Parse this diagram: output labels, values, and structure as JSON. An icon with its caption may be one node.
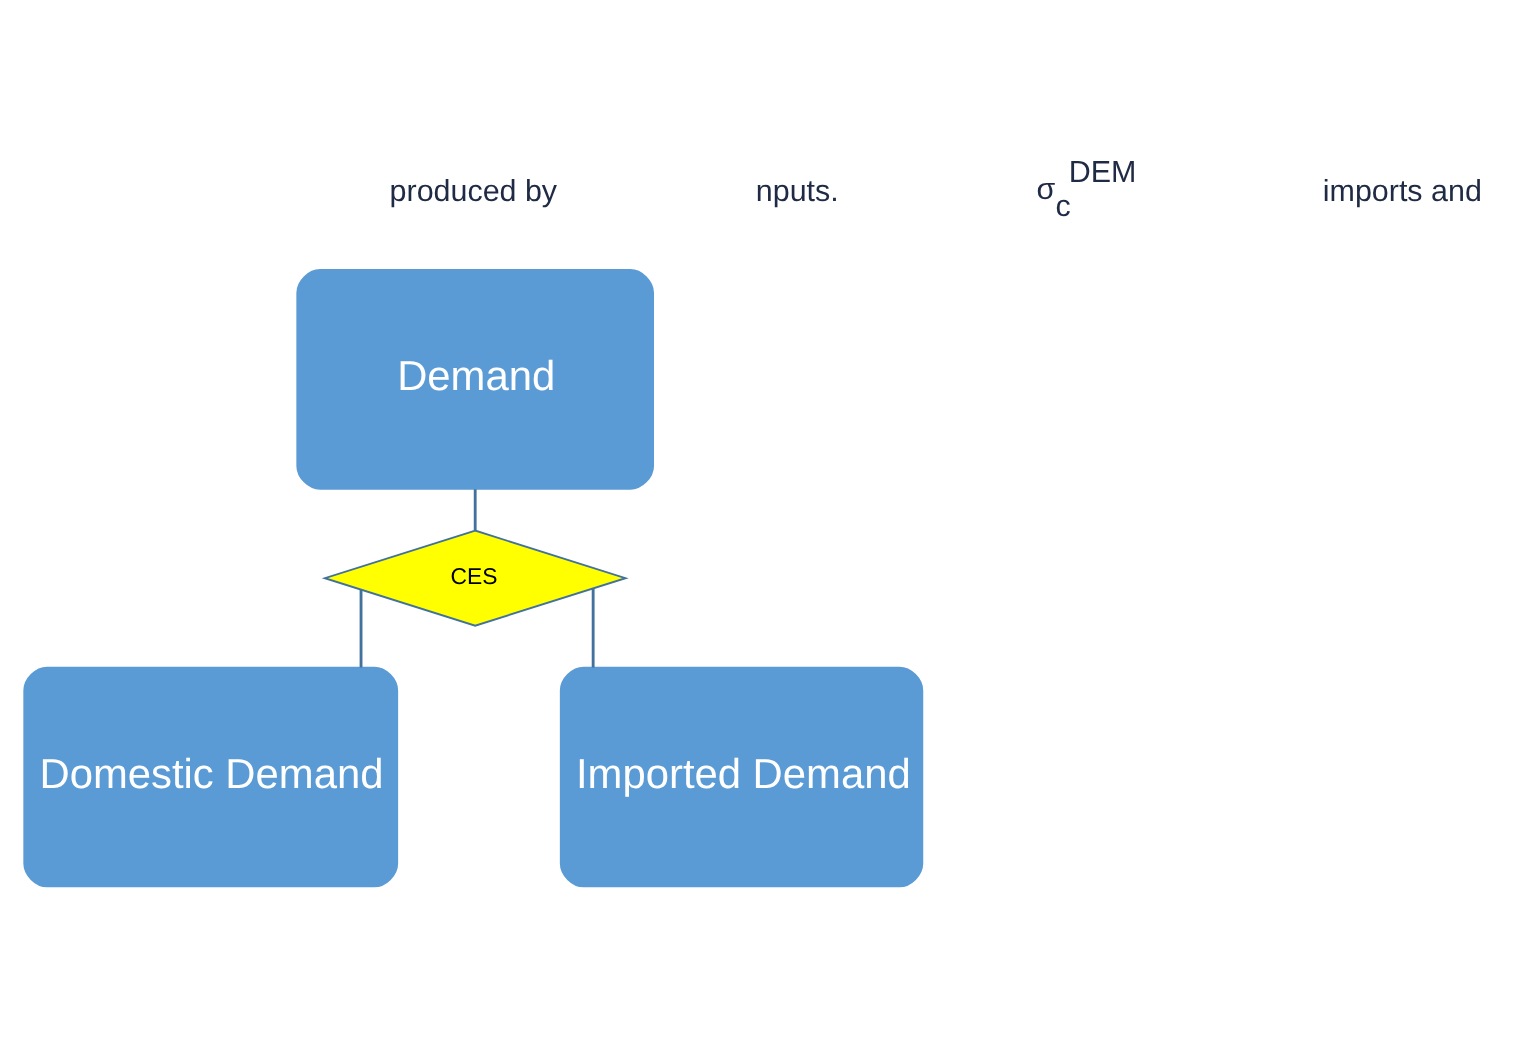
{
  "diagram": {
    "nodes": [
      {
        "text": [
          "Demand"
        ]
      },
      {
        "text": [
          "CES"
        ]
      },
      {
        "text": [
          "Domestic Demand"
        ]
      },
      {
        "text": [
          "Imported Demand"
        ]
      }
    ],
    "edges": [
      {
        "from": 0,
        "to": 1,
        "arrow": "none"
      },
      {
        "from": 1,
        "to": 2,
        "arrow": "none"
      },
      {
        "from": 1,
        "to": 3,
        "arrow": "none"
      }
    ],
    "labels": [
      "produced by",
      "nputs.",
      "σ$_{c}$$^{DEM}$",
      "imports and"
    ]
  }
}
